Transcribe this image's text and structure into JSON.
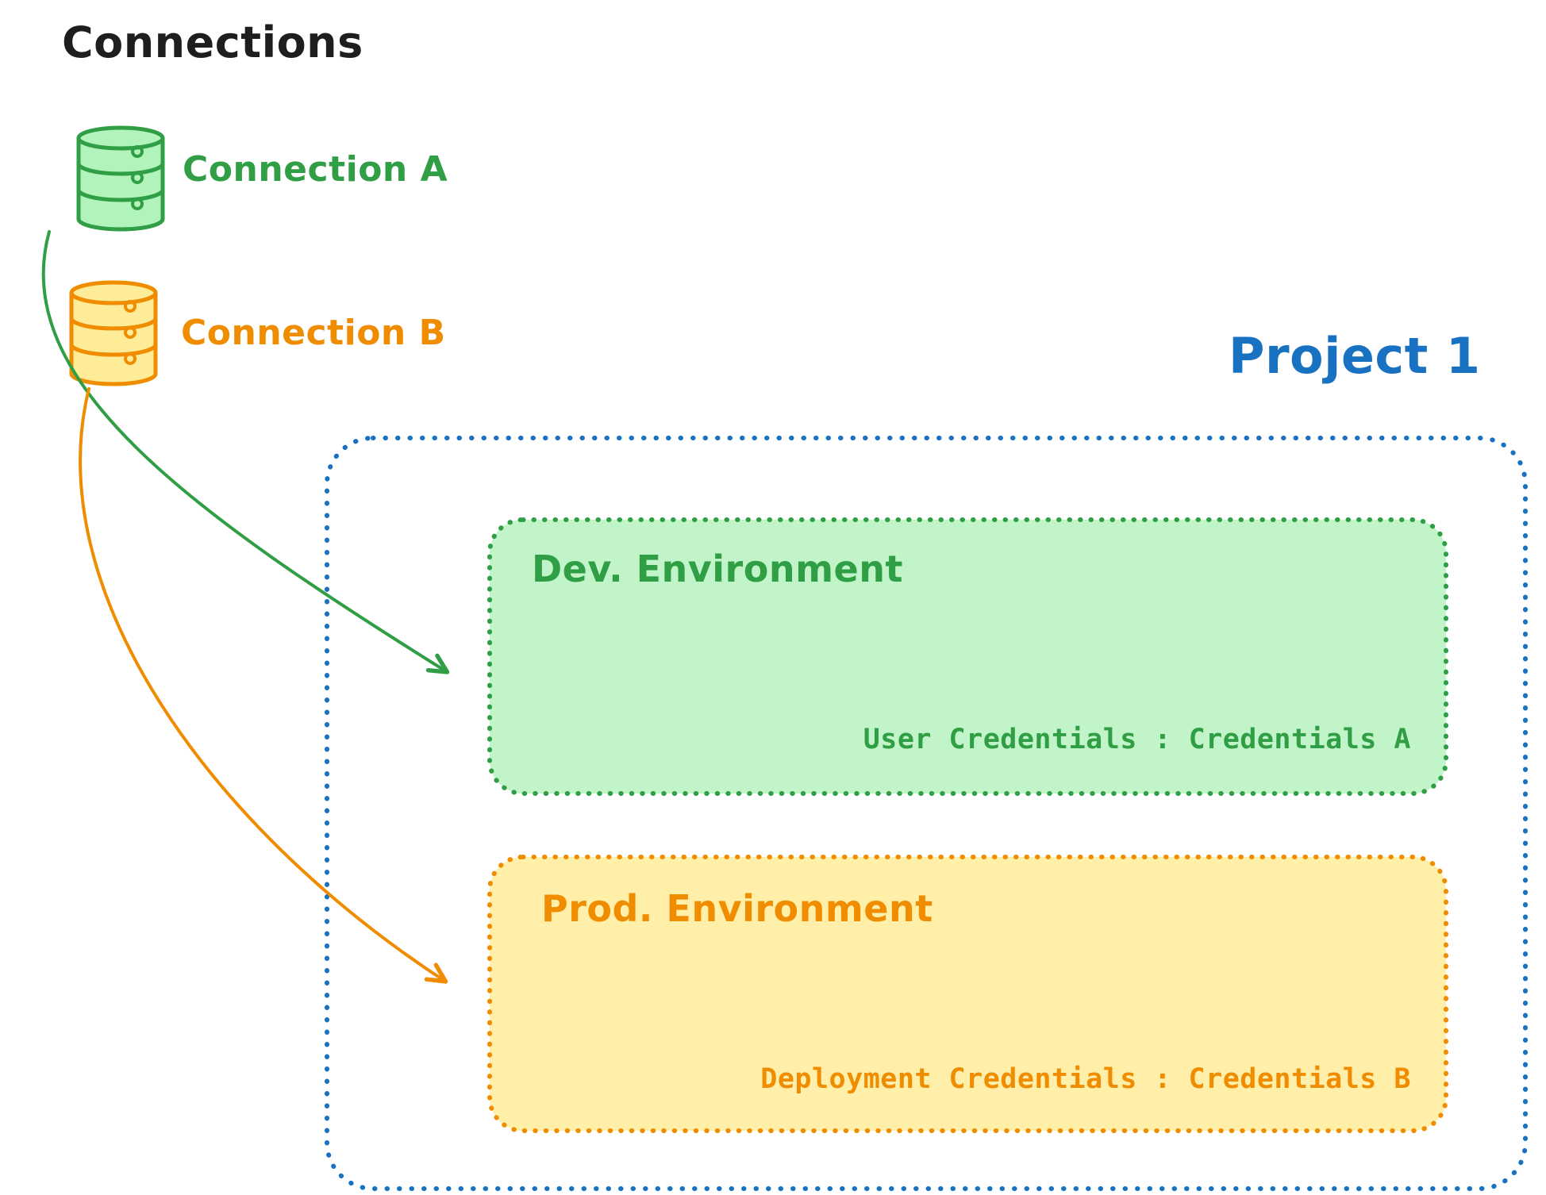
{
  "title": "Connections",
  "connections": [
    {
      "label": "Connection A",
      "icon": "database-icon",
      "color": "#2f9e44",
      "fill": "#b2f2bb"
    },
    {
      "label": "Connection B",
      "icon": "database-icon",
      "color": "#f08c00",
      "fill": "#ffec99"
    }
  ],
  "project": {
    "title": "Project 1",
    "environments": [
      {
        "name": "Dev. Environment",
        "credentials": "User Credentials : Credentials A",
        "color": "#2f9e44",
        "fill": "#b2f2bb"
      },
      {
        "name": "Prod. Environment",
        "credentials": "Deployment Credentials : Credentials B",
        "color": "#f08c00",
        "fill": "#ffec99"
      }
    ]
  },
  "arrows": [
    {
      "name": "connection-a-to-dev-environment",
      "color": "#2f9e44"
    },
    {
      "name": "connection-b-to-prod-environment",
      "color": "#f08c00"
    }
  ],
  "colors": {
    "ink": "#1e1e1e",
    "green": "#2f9e44",
    "green_fill": "#b2f2bb",
    "orange": "#f08c00",
    "orange_fill": "#ffec99",
    "blue": "#1971c2"
  }
}
